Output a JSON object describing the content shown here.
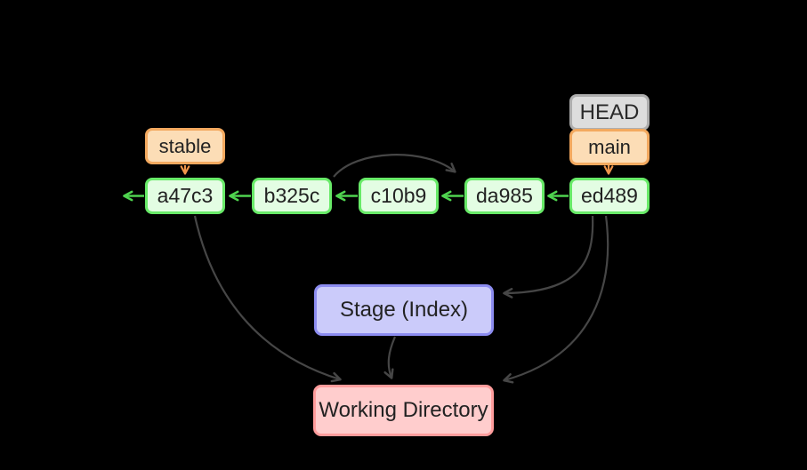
{
  "commits": [
    {
      "label": "a47c3"
    },
    {
      "label": "b325c"
    },
    {
      "label": "c10b9"
    },
    {
      "label": "da985"
    },
    {
      "label": "ed489"
    }
  ],
  "refs": {
    "stable_label": "stable",
    "head_label": "HEAD",
    "main_label": "main"
  },
  "areas": {
    "stage_label": "Stage (Index)",
    "working_directory_label": "Working Directory"
  },
  "edges": [
    {
      "from": "b325c",
      "to": "a47c3",
      "style": "green-arrow"
    },
    {
      "from": "c10b9",
      "to": "b325c",
      "style": "green-arrow"
    },
    {
      "from": "da985",
      "to": "c10b9",
      "style": "green-arrow"
    },
    {
      "from": "ed489",
      "to": "da985",
      "style": "green-arrow"
    },
    {
      "from": "a47c3",
      "to": "older-history-offscreen",
      "style": "green-arrow"
    },
    {
      "from": "stable",
      "to": "a47c3",
      "style": "orange-arrow"
    },
    {
      "from": "main",
      "to": "ed489",
      "style": "orange-arrow"
    },
    {
      "from": "b325c",
      "to": "da985",
      "style": "dark-curved-arrow"
    },
    {
      "from": "ed489",
      "to": "stage",
      "style": "dark-curved-arrow"
    },
    {
      "from": "ed489",
      "to": "working-directory",
      "style": "dark-curved-arrow"
    },
    {
      "from": "a47c3",
      "to": "working-directory",
      "style": "dark-curved-arrow"
    },
    {
      "from": "stage",
      "to": "working-directory",
      "style": "dark-curved-arrow"
    }
  ],
  "colors": {
    "background": "#000000",
    "commit_fill": "#e3fde3",
    "commit_border": "#68ea68",
    "commit_arrow": "#4fd34f",
    "ref_fill": "#fcddb6",
    "ref_border": "#f3a95f",
    "ref_arrow": "#f0954a",
    "head_fill": "#dddddd",
    "head_border": "#aeaeae",
    "stage_fill": "#cbcbfa",
    "stage_border": "#8c8cf0",
    "working_directory_fill": "#ffcdcd",
    "working_directory_border": "#ff9c9c",
    "flow_arrow": "#464646",
    "text": "#222222"
  }
}
